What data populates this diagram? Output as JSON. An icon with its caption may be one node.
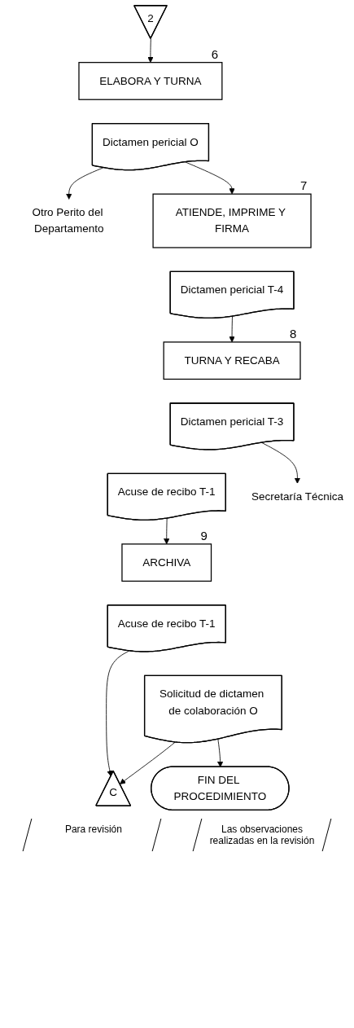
{
  "diagram": {
    "nodes": [
      {
        "text": [
          "2"
        ]
      },
      {
        "text": [
          "ELABORA Y TURNA"
        ],
        "beside": [
          "6"
        ]
      },
      {
        "text": [
          "Dictamen pericial O"
        ]
      },
      {
        "text": [
          "Otro Perito del Departamento"
        ]
      },
      {
        "text": [
          "ATIENDE, IMPRIME Y FIRMA"
        ],
        "beside": [
          "7"
        ]
      },
      {
        "text": [
          "Dictamen pericial T-4"
        ]
      },
      {
        "text": [
          "TURNA Y RECABA"
        ],
        "beside": [
          "8"
        ]
      },
      {
        "text": [
          "Dictamen pericial T-3"
        ]
      },
      {
        "text": [
          "Acuse de recibo T-1"
        ]
      },
      {
        "text": [
          "Secretaría Técnica"
        ]
      },
      {
        "text": [
          "ARCHIVA"
        ],
        "beside": [
          "9"
        ]
      },
      {
        "text": [
          "Acuse de recibo T-1"
        ]
      },
      {
        "text": [
          "Solicitud de dictamen de colaboración O"
        ]
      },
      {
        "text": [
          "FIN DEL PROCEDIMIENTO"
        ]
      },
      {
        "text": [
          "C"
        ]
      }
    ],
    "edges": [
      {
        "from": 0,
        "to": 1,
        "arrow": "to"
      },
      {
        "from": 2,
        "to": 3,
        "arrow": "to"
      },
      {
        "from": 2,
        "to": 4,
        "arrow": "to"
      },
      {
        "from": 5,
        "to": 6,
        "arrow": "to"
      },
      {
        "from": 7,
        "to": 9,
        "arrow": "to"
      },
      {
        "from": 8,
        "to": 10,
        "arrow": "to"
      },
      {
        "from": 11,
        "to": 14,
        "arrow": "to"
      },
      {
        "from": 12,
        "to": 14,
        "arrow": "to"
      },
      {
        "from": 12,
        "to": 13,
        "arrow": "to"
      }
    ],
    "labels": [
      "Para revisión",
      "Las observaciones realizadas en la revisión"
    ]
  }
}
